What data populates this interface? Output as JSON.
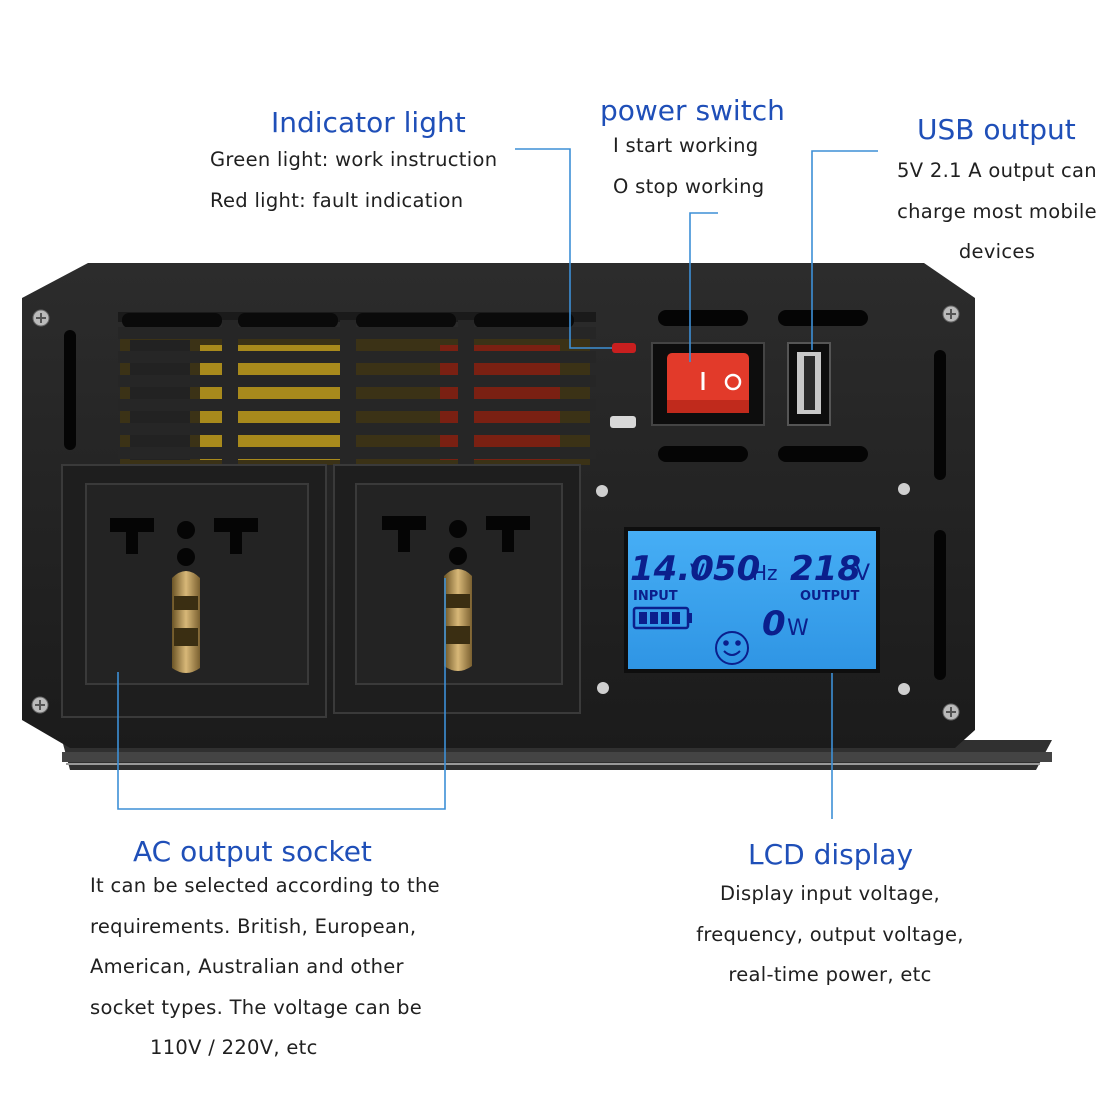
{
  "callouts": {
    "indicator": {
      "title": "Indicator light",
      "lines": [
        "Green light: work instruction",
        "Red light: fault indication"
      ]
    },
    "power_switch": {
      "title": "power switch",
      "lines": [
        "I start working",
        "O stop working"
      ]
    },
    "usb": {
      "title": "USB output",
      "lines": [
        "5V 2.1 A output can",
        "charge most mobile",
        "devices"
      ]
    },
    "ac_socket": {
      "title": "AC output socket",
      "lines": [
        "It can be selected according to the",
        "requirements. British, European,",
        "American, Australian and other",
        "socket types. The voltage can be",
        "110V / 220V, etc"
      ]
    },
    "lcd": {
      "title": "LCD display",
      "lines": [
        "Display input voltage,",
        "frequency, output voltage,",
        "real-time power, etc"
      ]
    }
  },
  "lcd_screen": {
    "input_voltage": "14.0",
    "input_unit": "V",
    "frequency": "50",
    "frequency_unit": "Hz",
    "output_voltage": "218",
    "output_unit": "V",
    "input_label": "INPUT",
    "output_label": "OUTPUT",
    "power": "0",
    "power_unit": "W"
  },
  "colors": {
    "accent_blue": "#1f4fb8",
    "leader_line": "#3d8fd6",
    "lcd_background": "#3aa4f0",
    "switch_red": "#e23a2a"
  }
}
